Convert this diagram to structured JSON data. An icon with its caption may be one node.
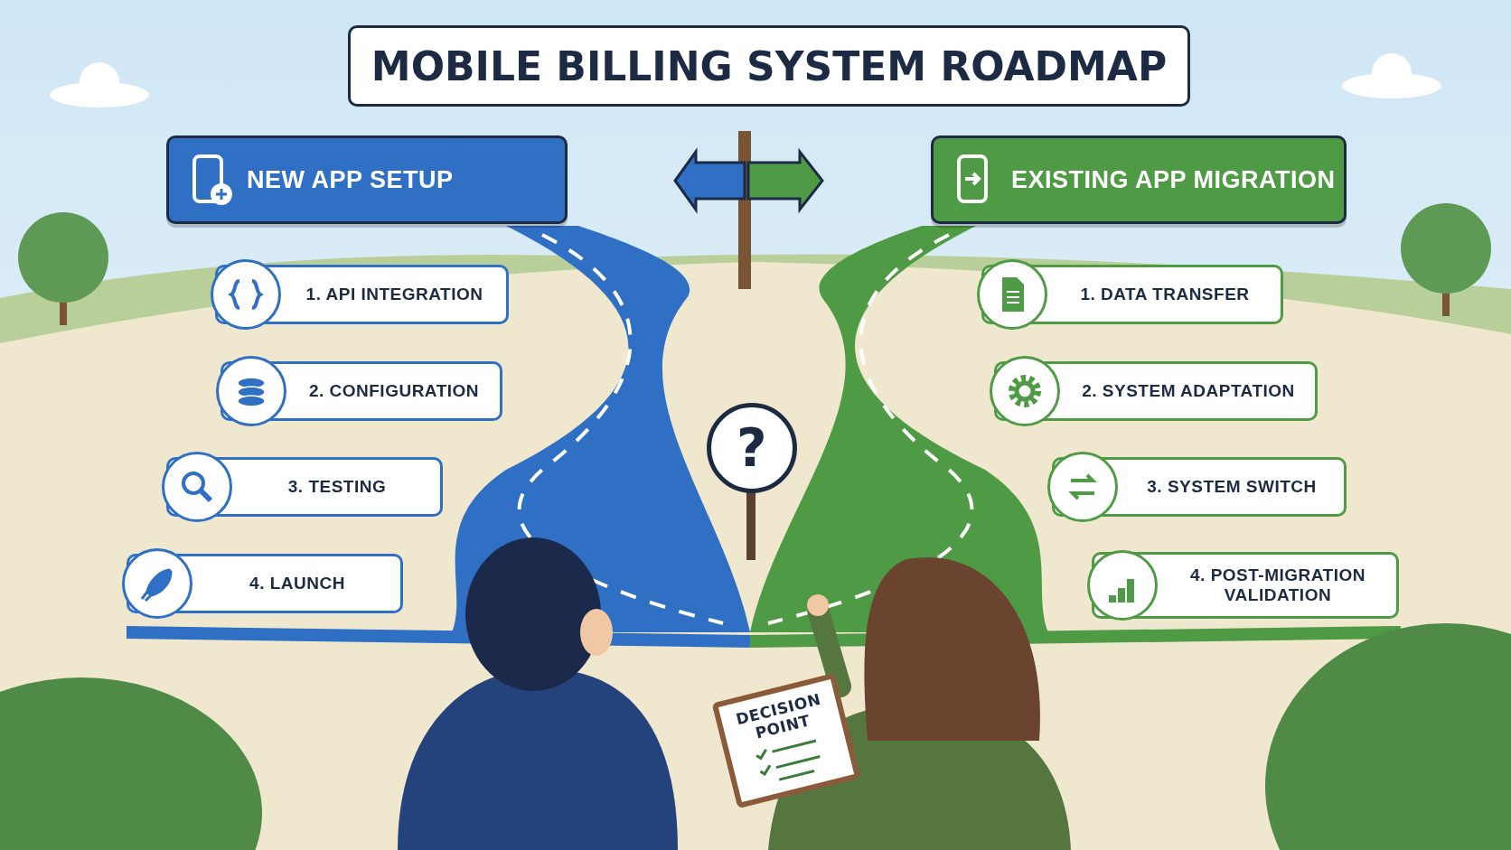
{
  "diagram": {
    "title": "MOBILE BILLING SYSTEM ROADMAP",
    "nodes": [
      {
        "text": [
          "NEW APP SETUP"
        ]
      },
      {
        "text": [
          "1. API INTEGRATION"
        ]
      },
      {
        "text": [
          "2. CONFIGURATION"
        ]
      },
      {
        "text": [
          "3. TESTING"
        ]
      },
      {
        "text": [
          "4. LAUNCH"
        ]
      },
      {
        "text": [
          "EXISTING APP MIGRATION"
        ]
      },
      {
        "text": [
          "1. DATA TRANSFER"
        ]
      },
      {
        "text": [
          "2. SYSTEM ADAPTATION"
        ]
      },
      {
        "text": [
          "3. SYSTEM SWITCH"
        ]
      },
      {
        "text": [
          "4. POST-MIGRATION VALIDATION"
        ]
      },
      {
        "text": [
          "?"
        ]
      },
      {
        "text": [
          "DECISION POINT"
        ]
      }
    ]
  }
}
